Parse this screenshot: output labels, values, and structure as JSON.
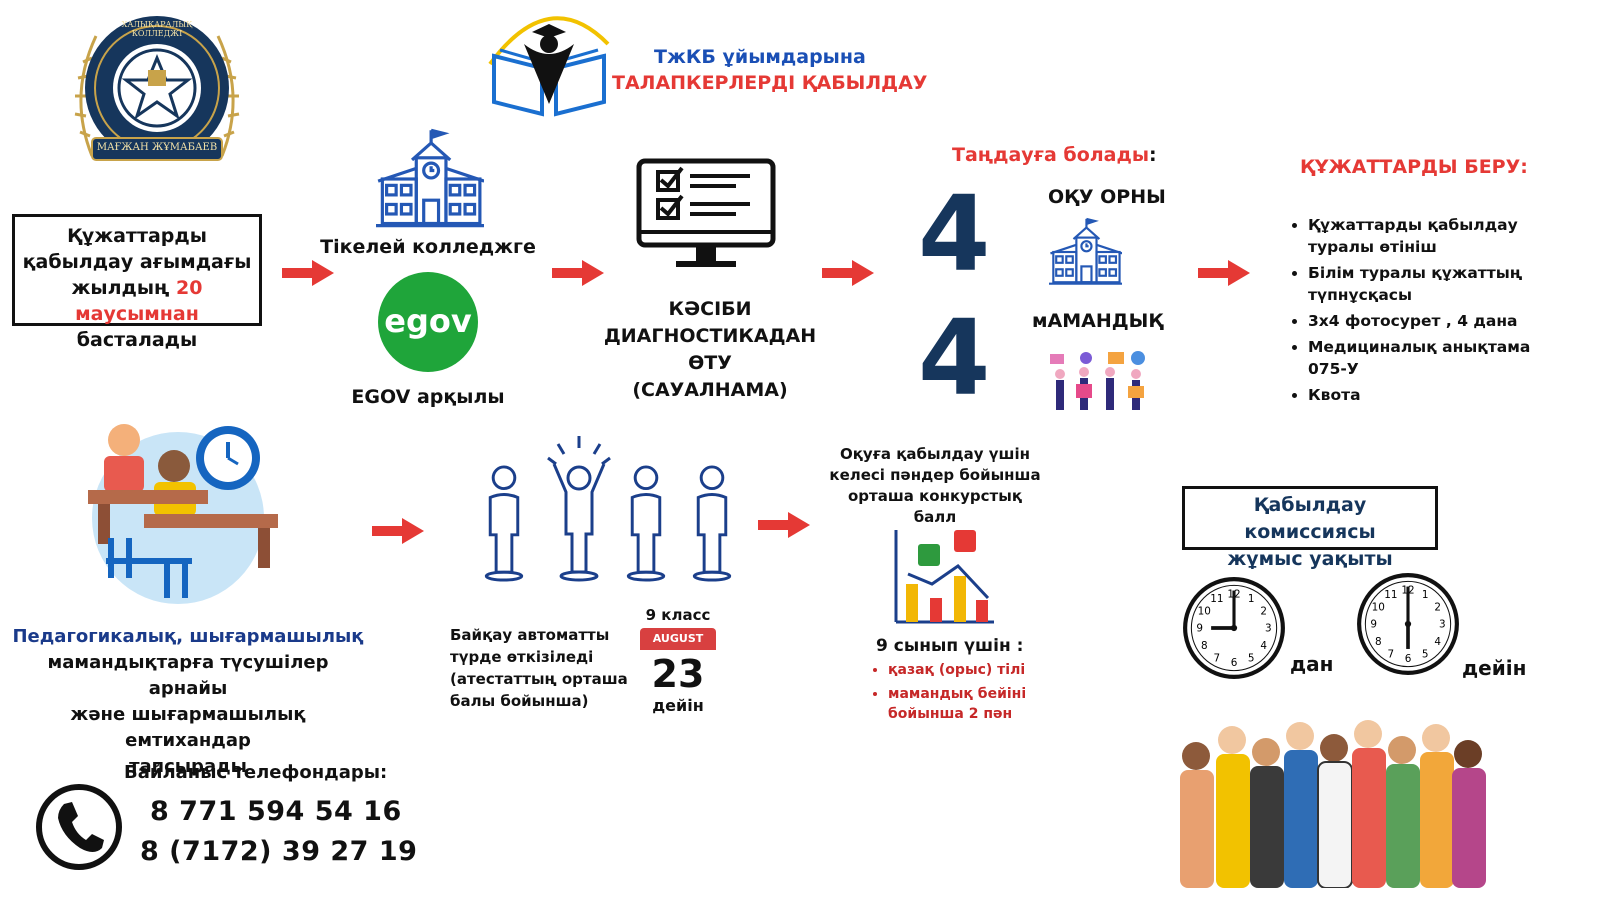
{
  "header": {
    "line1": "ТжКБ ұйымдарына",
    "line2": "ТАЛАПКЕРЛЕРДІ ҚАБЫЛДАУ"
  },
  "logo": {
    "text_top": "ХАЛЫҚАРАЛЫҚ КОЛЛЕДЖІ",
    "text_ribbon": "МАҒЖАН ЖҰМАБАЕВ"
  },
  "start_box": {
    "part1": "Құжаттарды қабылдау ағымдағы жылдың",
    "day": "20",
    "month": "маусымнан",
    "part2": "басталады"
  },
  "apply": {
    "direct": "Тікелей колледжге",
    "egov_logo": "egov",
    "via_egov": "EGOV арқылы"
  },
  "diagnostics": {
    "line1": "КӘСІБИ",
    "line2": "ДИАГНОСТИКАДАН ӨТУ",
    "line3": "(САУАЛНАМА)"
  },
  "choose": {
    "title": "Таңдауға болады",
    "colon": ":",
    "num1": "4",
    "label1": "ОҚУ ОРНЫ",
    "num2": "4",
    "label2": "мАМАНДЫҚ"
  },
  "documents": {
    "title": "ҚҰЖАТТАРДЫ БЕРУ:",
    "items": [
      "Құжаттарды қабылдау туралы өтініш",
      "Білім туралы құжаттың түпнұсқасы",
      "3х4 фотосурет , 4 дана",
      "Медициналық анықтама 075-У",
      "Квота"
    ]
  },
  "creative": {
    "line1": "Педагогикалық, шығармашылық",
    "line2": "мамандықтарға түсушілер арнайы",
    "line3": "және шығармашылық емтихандар",
    "line4": "тапсырады"
  },
  "contest": {
    "text": "Байқау автоматты түрде өткізіледі (атестаттың орташа балы бойынша)",
    "grade": "9 класс",
    "cal_month": "AUGUST",
    "cal_day": "23",
    "until": "дейін"
  },
  "scores": {
    "text": "Оқуға қабылдау үшін келесі пәндер бойынша орташа конкурстық балл",
    "for_grade": "9 сынып үшін :",
    "items": [
      "қазақ (орыс) тілі",
      "мамандық бейіні бойынша 2 пән"
    ]
  },
  "commission": {
    "line1": "Қабылдау комиссиясы",
    "line2": "жұмыс уақыты",
    "from": "дан",
    "to": "дейін",
    "clock_numbers": [
      "12",
      "1",
      "2",
      "3",
      "4",
      "5",
      "6",
      "7",
      "8",
      "9",
      "10",
      "11"
    ]
  },
  "contacts": {
    "title": "Байланыс телефондары:",
    "phone1": "8 771 594 54 16",
    "phone2": "8 (7172) 39 27 19"
  },
  "colors": {
    "accent_red": "#e53935",
    "navy": "#16365c",
    "blue": "#1a3a8a",
    "egov_green": "#1fa53a"
  }
}
